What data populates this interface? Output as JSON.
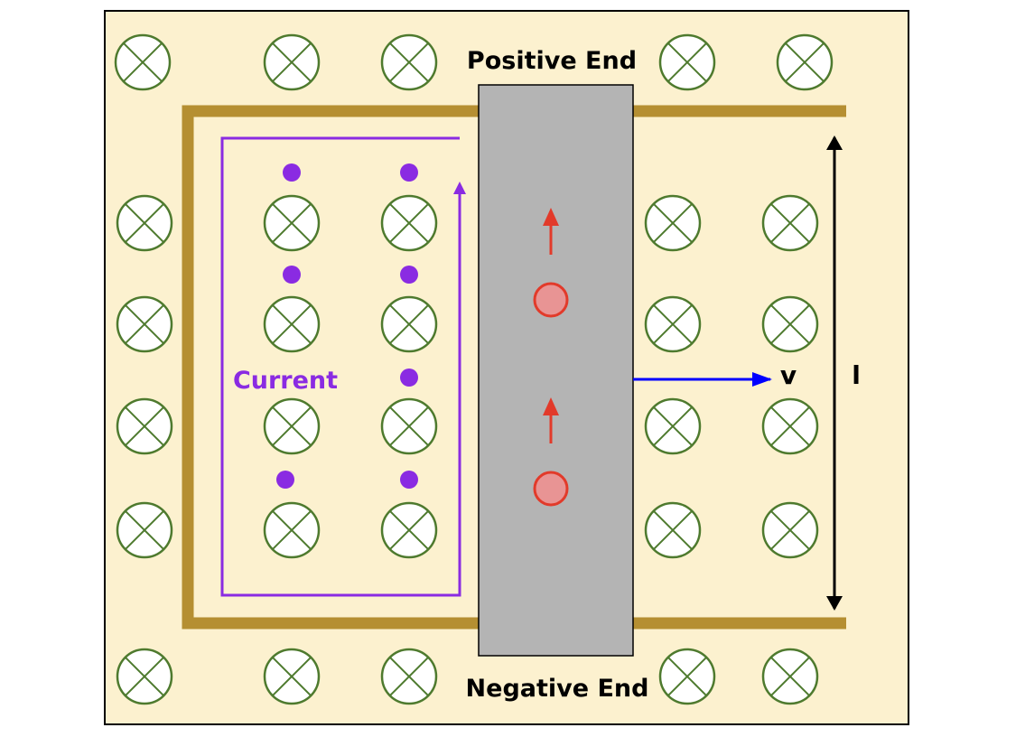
{
  "labels": {
    "positive_end": "Positive End",
    "negative_end": "Negative End",
    "current": "Current",
    "velocity": "v",
    "length": "l"
  },
  "field": {
    "direction": "into-page",
    "symbol": "circle-cross-icon"
  },
  "colors": {
    "background": "#fcf1cf",
    "frame_border": "#000000",
    "rails": "#b58f32",
    "rod": "#b4b4b4",
    "field_symbol": "#4e7a2e",
    "current": "#8a2be2",
    "charge": "#e23a2a",
    "charge_fill": "#e89494",
    "velocity": "#0000ff",
    "length_arrow": "#000000"
  }
}
